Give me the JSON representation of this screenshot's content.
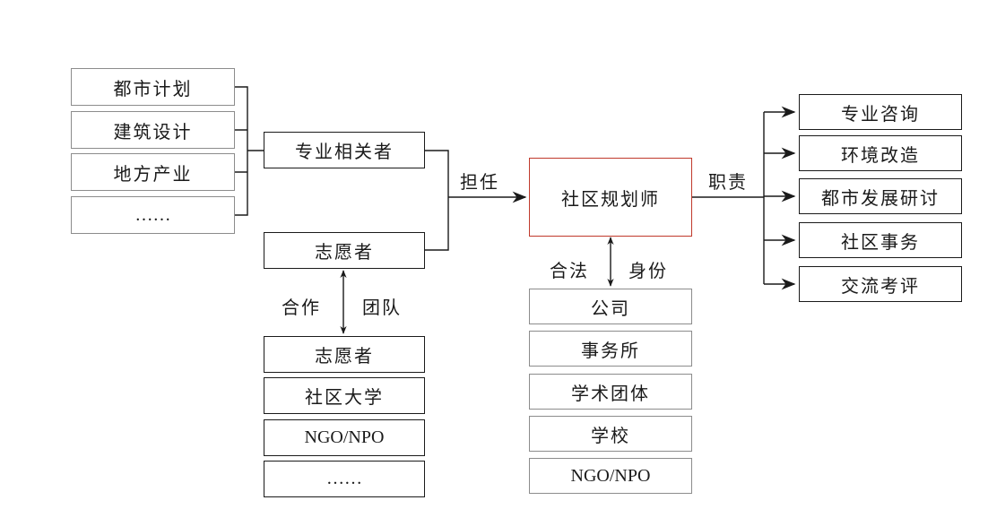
{
  "left_fields": [
    "都市计划",
    "建筑设计",
    "地方产业",
    "……"
  ],
  "specialist": "专业相关者",
  "volunteer": "志愿者",
  "volunteer_link": {
    "left": "合作",
    "right": "团队"
  },
  "volunteer_teams": [
    "志愿者",
    "社区大学",
    "NGO/NPO",
    "……"
  ],
  "center": "社区规划师",
  "center_input_label": "担任",
  "center_identity_link": {
    "left": "合法",
    "right": "身份"
  },
  "identities": [
    "公司",
    "事务所",
    "学术团体",
    "学校",
    "NGO/NPO"
  ],
  "duties_label": "职责",
  "duties": [
    "专业咨询",
    "环境改造",
    "都市发展研讨",
    "社区事务",
    "交流考评"
  ],
  "colors": {
    "center_border": "#c0392b",
    "box_border_gray": "#8c8c8c",
    "line": "#1a1a1a"
  }
}
